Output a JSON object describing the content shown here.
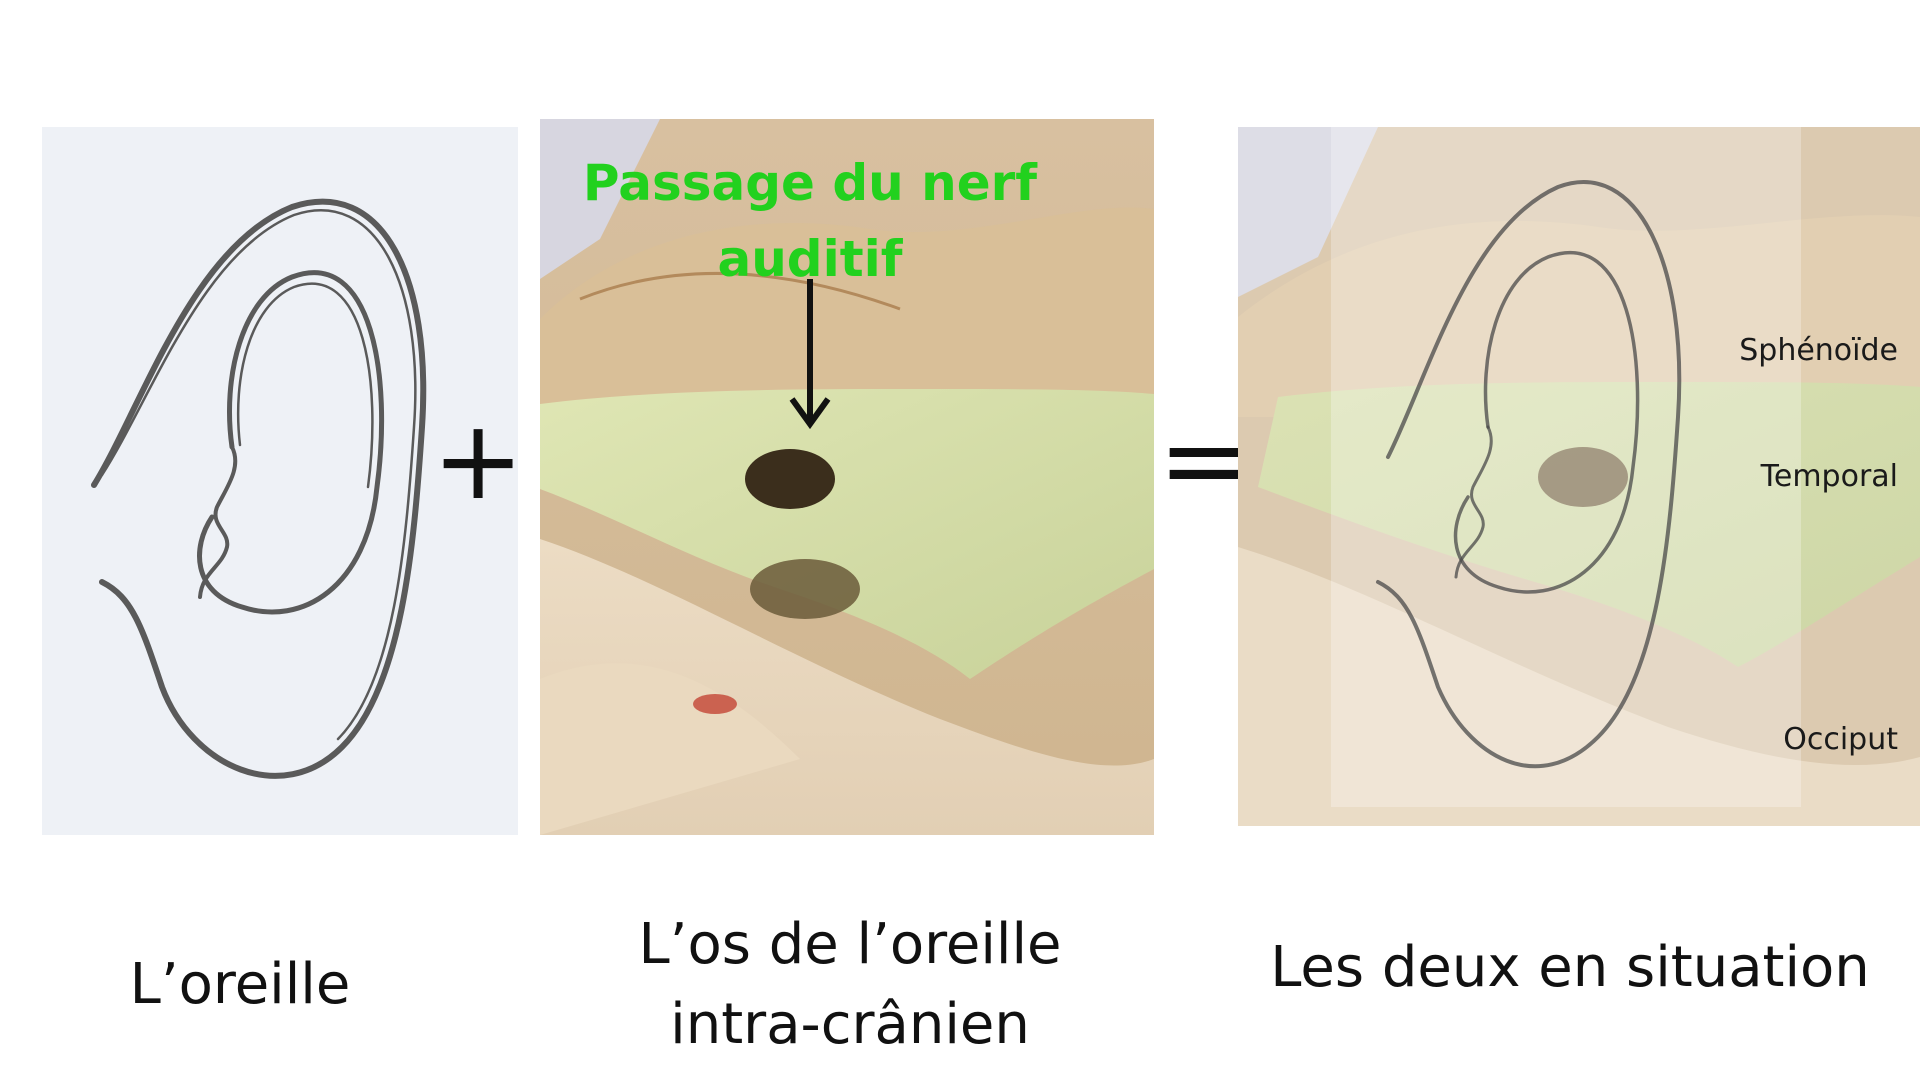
{
  "panels": {
    "ear_caption": "L’oreille",
    "bone_caption_line1": "L’os de l’oreille",
    "bone_caption_line2": "intra-crânien",
    "combined_caption": "Les deux en situation"
  },
  "operators": {
    "plus": "+",
    "equals": "="
  },
  "callout": {
    "line1": "Passage du nerf",
    "line2": "auditif",
    "color": "#22d11e"
  },
  "bone_labels": {
    "sphenoide": "Sphénoïde",
    "temporal": "Temporal",
    "occiput": "Occiput"
  },
  "colors": {
    "temporal_highlight": "#cfd9a0",
    "bone": "#e9dcc3",
    "paper": "#eef1f6"
  }
}
